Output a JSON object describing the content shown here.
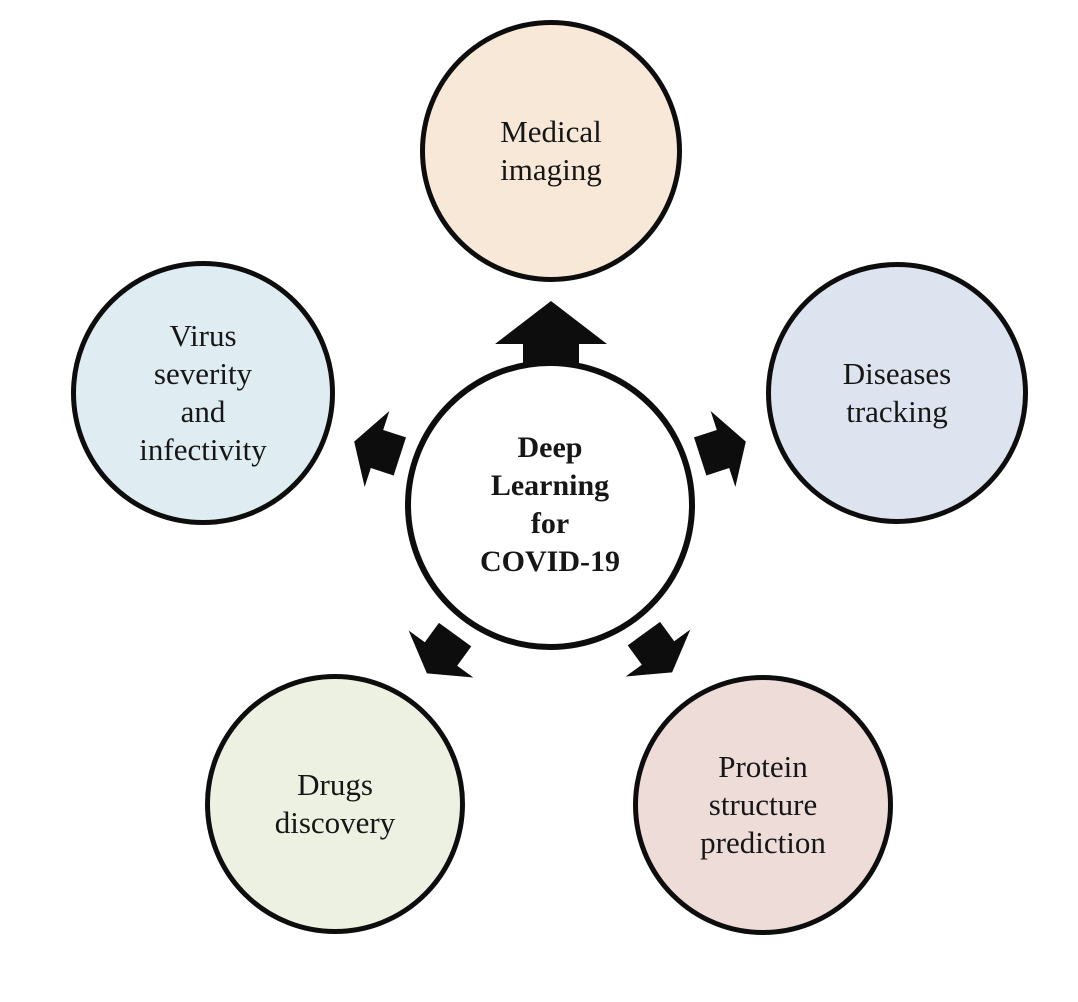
{
  "diagram": {
    "center": {
      "id": "deep-learning-for-covid-19",
      "label": "Deep\nLearning\nfor\nCOVID-19",
      "fill": "#ffffff"
    },
    "nodes": [
      {
        "id": "medical-imaging",
        "label": "Medical\nimaging",
        "fill": "#f8e8d7"
      },
      {
        "id": "diseases-tracking",
        "label": "Diseases\ntracking",
        "fill": "#dee4ef"
      },
      {
        "id": "protein-structure-prediction",
        "label": "Protein\nstructure\nprediction",
        "fill": "#eedcd9"
      },
      {
        "id": "drugs-discovery",
        "label": "Drugs\ndiscovery",
        "fill": "#edf1e1"
      },
      {
        "id": "virus-severity-and-infectivity",
        "label": "Virus\nseverity\nand\ninfectivity",
        "fill": "#dfecf2"
      }
    ],
    "colors": {
      "stroke": "#0d0d0d",
      "arrow": "#0d0d0d",
      "background": "#ffffff",
      "text": "#161616"
    }
  }
}
